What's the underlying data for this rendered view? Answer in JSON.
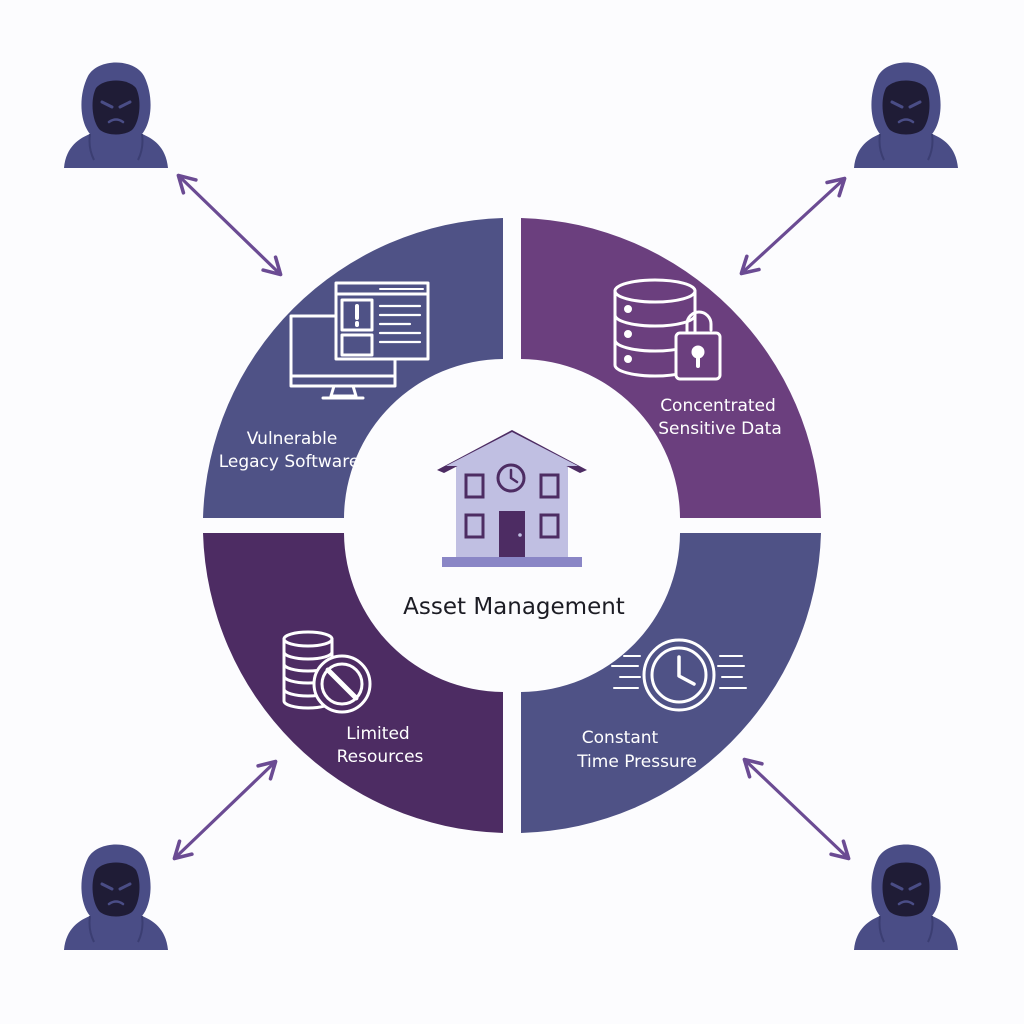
{
  "center": {
    "label": "Asset Management",
    "icon": "building-icon"
  },
  "quadrants": [
    {
      "id": "top-left",
      "line1": "Vulnerable",
      "line2": "Legacy Software",
      "icon": "legacy-computer-window-icon",
      "color": "#4f5286"
    },
    {
      "id": "top-right",
      "line1": "Concentrated",
      "line2": "Sensitive Data",
      "icon": "database-lock-icon",
      "color": "#6b3f7e"
    },
    {
      "id": "bottom-left",
      "line1": "Limited",
      "line2": "Resources",
      "icon": "coins-blocked-icon",
      "color": "#4d2c63"
    },
    {
      "id": "bottom-right",
      "line1": "Constant",
      "line2": "Time Pressure",
      "icon": "fast-clock-icon",
      "color": "#4f5286"
    }
  ],
  "threats": [
    {
      "position": "top-left",
      "icon": "hooded-attacker-icon"
    },
    {
      "position": "top-right",
      "icon": "hooded-attacker-icon"
    },
    {
      "position": "bottom-left",
      "icon": "hooded-attacker-icon"
    },
    {
      "position": "bottom-right",
      "icon": "hooded-attacker-icon"
    }
  ],
  "colors": {
    "background": "#fcfcfe",
    "arrow": "#6b4b93",
    "hood": "#4a4d86",
    "face": "#1f1c36",
    "building_light": "#c0bfe2",
    "building_dark": "#4d2c63"
  }
}
